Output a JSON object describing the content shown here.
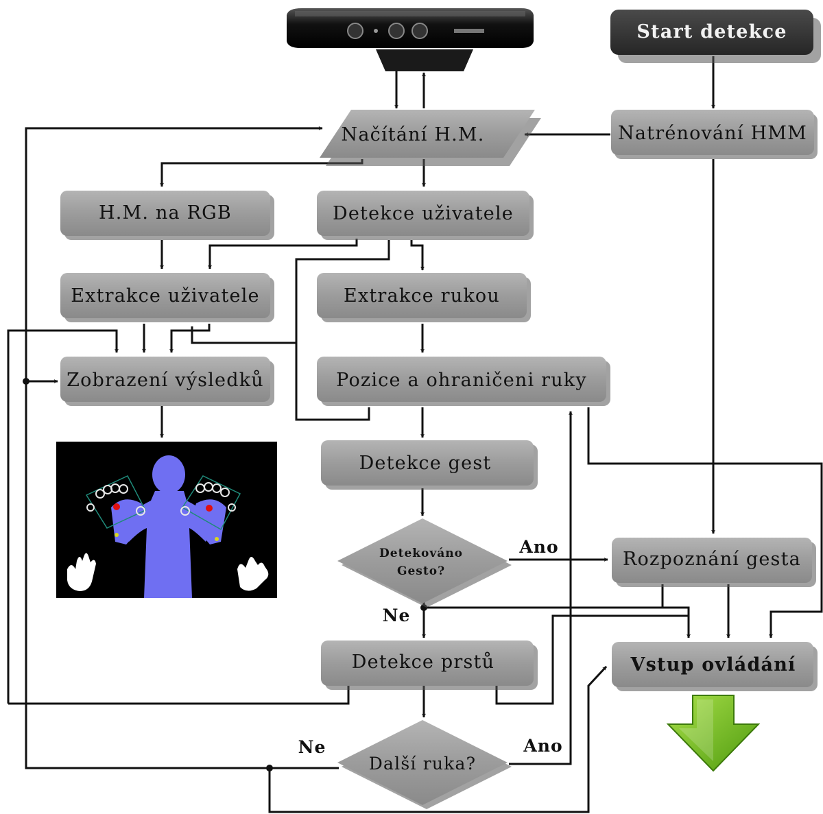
{
  "nodes": {
    "start": "Start detekce",
    "train": "Natrénování HMM",
    "load": "Načítání H.M.",
    "hm_rgb": "H.M. na RGB",
    "detect_user": "Detekce uživatele",
    "extract_user": "Extrakce uživatele",
    "extract_hands": "Extrakce rukou",
    "display": "Zobrazení výsledků",
    "position": "Pozice a ohraničeni ruky",
    "detect_gesture": "Detekce gest",
    "detected_q_line1": "Detekováno",
    "detected_q_line2": "Gesto?",
    "recognize": "Rozpoznání gesta",
    "detect_fingers": "Detekce prstů",
    "control_input": "Vstup ovládání",
    "next_hand_q": "Další ruka?"
  },
  "edge_labels": {
    "yes_gesture": "Ano",
    "no_gesture": "Ne",
    "yes_hand": "Ano",
    "no_hand": "Ne"
  },
  "icons": {
    "sensor": "kinect-sensor-icon",
    "output": "green-down-arrow-icon",
    "preview": "depth-image-hands-preview"
  },
  "colors": {
    "box_fill": "#9e9e9e",
    "box_shadow": "#555555",
    "start_fill": "#333333",
    "start_text": "#f2f2f2",
    "line": "#111111",
    "preview_bg": "#000000",
    "silhouette": "#6f6ff2",
    "arrow_green": "#6fb81c"
  }
}
